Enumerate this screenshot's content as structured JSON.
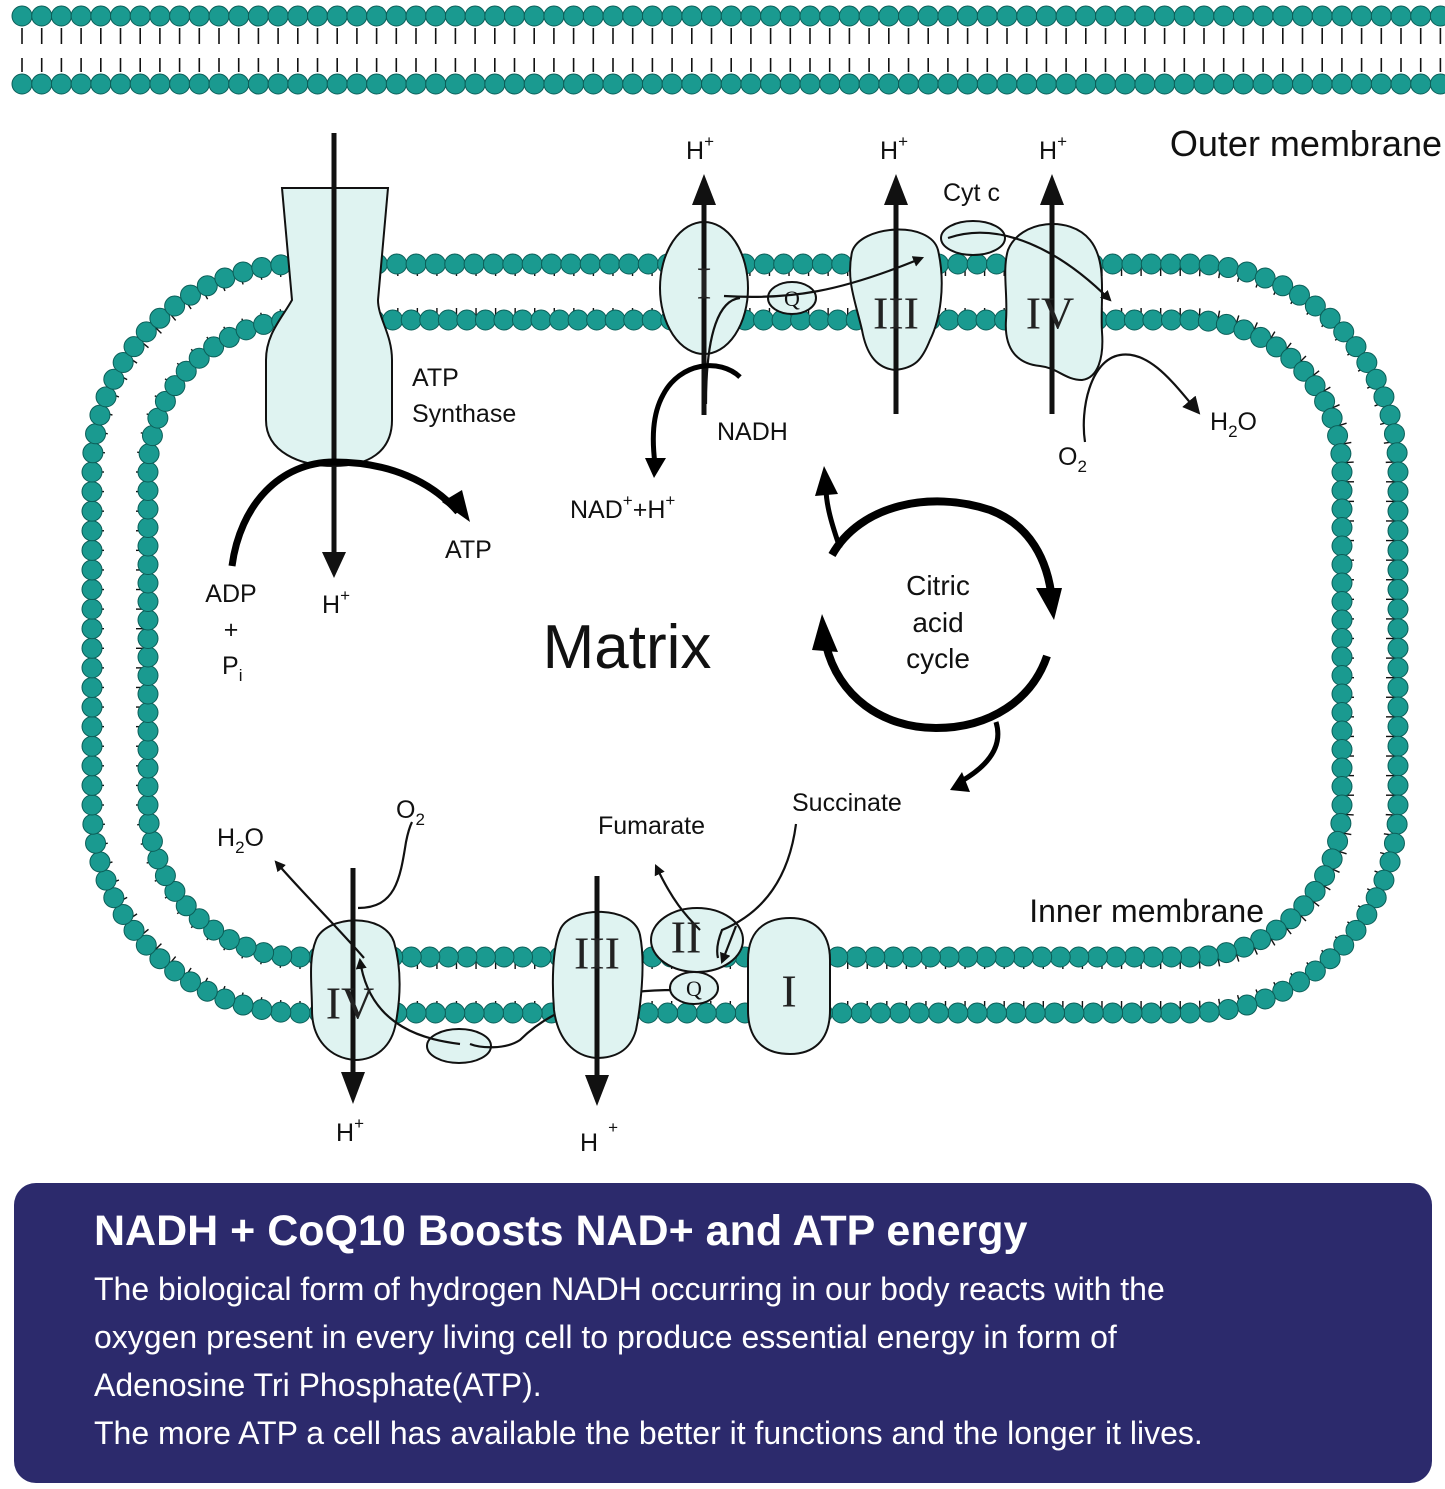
{
  "diagram": {
    "labels": {
      "outer_membrane": "Outer membrane",
      "inner_membrane": "Inner membrane",
      "matrix": "Matrix",
      "atp_synthase": [
        "ATP",
        "Synthase"
      ],
      "atp": "ATP",
      "adp": "ADP",
      "plus": "+",
      "pi": "P",
      "pi_sub": "i",
      "h": "H",
      "h_sup": "+",
      "nadh": "NADH",
      "nad_plus_h": "NAD+H",
      "cyt_c": "Cyt c",
      "water": "H2O",
      "oxygen": "O2",
      "citric_acid_cycle": [
        "Citric",
        "acid",
        "cycle"
      ],
      "succinate": "Succinate",
      "fumarate": "Fumarate",
      "complex_1": "I",
      "complex_2": "II",
      "complex_3": "III",
      "complex_4": "IV",
      "ubiquinone": "Q"
    },
    "colors": {
      "lipid_head": "#1a9a90",
      "lipid_head_stroke": "#0c5e58",
      "protein_fill": "#dff3f1",
      "line": "#111111"
    }
  },
  "info": {
    "title": "NADH + CoQ10 Boosts NAD+ and ATP energy",
    "lines": [
      "The biological form of hydrogen NADH occurring in our body reacts with the",
      "oxygen present in every living cell to produce essential energy in form of",
      "Adenosine Tri Phosphate(ATP).",
      "The more ATP a cell has available the better it functions and the longer it lives."
    ],
    "panel_color": "#2c2a6c",
    "text_color": "#ffffff"
  }
}
